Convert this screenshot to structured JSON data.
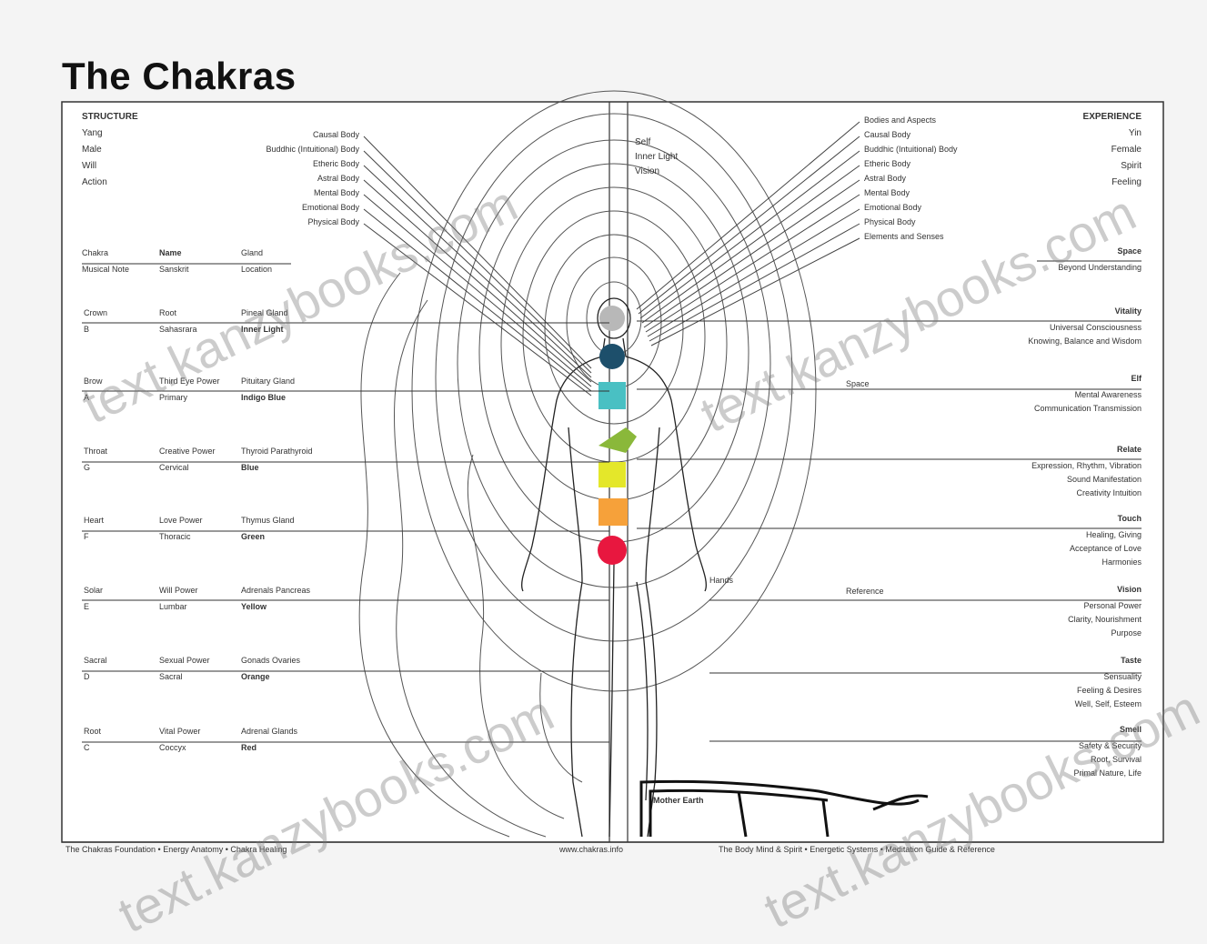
{
  "title": "The Chakras",
  "left_header": {
    "heading": "STRUCTURE",
    "items": [
      "Yang",
      "Male",
      "Will",
      "Action"
    ]
  },
  "right_header": {
    "heading": "EXPERIENCE",
    "items": [
      "Yin",
      "Female",
      "Spirit",
      "Feeling"
    ]
  },
  "left_bodies": [
    "Causal Body",
    "Buddhic (Intuitional) Body",
    "Etheric Body",
    "Astral Body",
    "Mental Body",
    "Emotional Body",
    "Physical Body"
  ],
  "right_bodies": [
    "Bodies and Aspects",
    "Causal Body",
    "Buddhic (Intuitional) Body",
    "Etheric Body",
    "Astral Body",
    "Mental Body",
    "Emotional Body",
    "Physical Body",
    "Elements and Senses"
  ],
  "center_top": [
    "Self",
    "Inner Light",
    "Vision"
  ],
  "column_headers": [
    "Chakra",
    "Name",
    "Gland",
    "Musical Note",
    "Sanskrit",
    "Location"
  ],
  "left_rows": [
    {
      "a": "Crown",
      "b": "Root",
      "c": "Pineal Gland",
      "d": "B",
      "e": "Sahasrara",
      "f": "Inner Light"
    },
    {
      "a": "Brow",
      "b": "Third Eye Power",
      "c": "Pituitary Gland",
      "d": "A",
      "e": "Primary",
      "f": "Indigo Blue"
    },
    {
      "a": "Throat",
      "b": "Creative Power",
      "c": "Thyroid Parathyroid",
      "d": "G",
      "e": "Cervical",
      "f": "Blue"
    },
    {
      "a": "Heart",
      "b": "Love Power",
      "c": "Thymus Gland",
      "d": "F",
      "e": "Thoracic",
      "f": "Green"
    },
    {
      "a": "Solar",
      "b": "Will Power",
      "c": "Adrenals Pancreas",
      "d": "E",
      "e": "Lumbar",
      "f": "Yellow"
    },
    {
      "a": "Sacral",
      "b": "Sexual Power",
      "c": "Gonads Ovaries",
      "d": "D",
      "e": "Sacral",
      "f": "Orange"
    },
    {
      "a": "Root",
      "b": "Vital Power",
      "c": "Adrenal Glands",
      "d": "C",
      "e": "Coccyx",
      "f": "Red"
    }
  ],
  "right_rows": [
    {
      "name": "Space",
      "lines": [
        "Beyond Understanding"
      ]
    },
    {
      "name": "Vitality",
      "lines": [
        "Universal Consciousness",
        "Knowing, Balance and Wisdom"
      ]
    },
    {
      "name": "Elf",
      "lines": [
        "Mental Awareness",
        "Communication Transmission"
      ]
    },
    {
      "name": "Relate",
      "lines": [
        "Expression, Rhythm, Vibration",
        "Sound Manifestation",
        "Creativity Intuition"
      ]
    },
    {
      "name": "Touch",
      "lines": [
        "Healing, Giving",
        "Acceptance of Love",
        "Harmonies"
      ]
    },
    {
      "name": "Vision",
      "lines": [
        "Personal Power",
        "Clarity, Nourishment",
        "Purpose"
      ]
    },
    {
      "name": "Taste",
      "lines": [
        "Sensuality",
        "Feeling & Desires",
        "Well, Self, Esteem"
      ]
    },
    {
      "name": "Smell",
      "lines": [
        "Safety & Security",
        "Root, Survival",
        "Primal Nature, Life"
      ]
    }
  ],
  "center_labels": {
    "space": "Space",
    "reference": "Reference",
    "right_hand": "Hands",
    "mother_earth": "Mother Earth"
  },
  "footer": {
    "left": "The Chakras Foundation • Energy Anatomy • Chakra Healing",
    "mid": "www.chakras.info",
    "right": "The Body Mind & Spirit • Energetic Systems • Meditation Guide & Reference"
  },
  "watermark": "text.kanzybooks.com",
  "chakra_colors": [
    "#b8b8b8",
    "#1d4f6b",
    "#49c0c3",
    "#8ab83a",
    "#e4e72a",
    "#f6a13a",
    "#e8173f"
  ]
}
